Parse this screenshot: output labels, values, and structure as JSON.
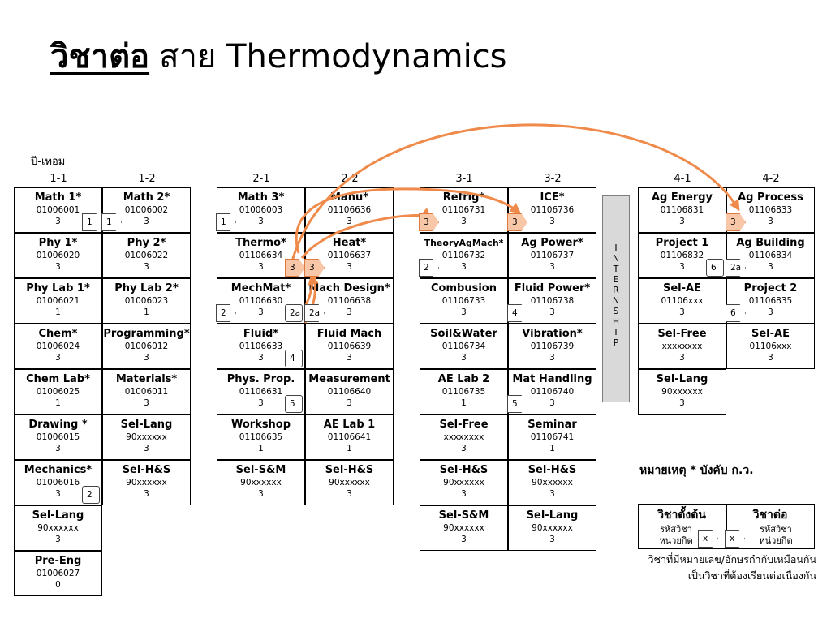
{
  "title": {
    "main": "วิชาต่อ",
    "sub": "สาย Thermodynamics"
  },
  "year_term_label": "ปี-เทอม",
  "semesters": [
    "1-1",
    "1-2",
    "2-1",
    "2-2",
    "3-1",
    "3-2",
    "4-1",
    "4-2"
  ],
  "columns": [
    [
      {
        "name": "Math 1*",
        "code": "01006001",
        "credit": "3"
      },
      {
        "name": "Phy 1*",
        "code": "01006020",
        "credit": "3"
      },
      {
        "name": "Phy Lab 1*",
        "code": "01006021",
        "credit": "1"
      },
      {
        "name": "Chem*",
        "code": "01006024",
        "credit": "3"
      },
      {
        "name": "Chem Lab*",
        "code": "01006025",
        "credit": "1"
      },
      {
        "name": "Drawing *",
        "code": "01006015",
        "credit": "3"
      },
      {
        "name": "Mechanics*",
        "code": "01006016",
        "credit": "3"
      },
      {
        "name": "Sel-Lang",
        "code": "90xxxxxx",
        "credit": "3"
      },
      {
        "name": "Pre-Eng",
        "code": "01006027",
        "credit": "0"
      }
    ],
    [
      {
        "name": "Math 2*",
        "code": "01006002",
        "credit": "3"
      },
      {
        "name": "Phy 2*",
        "code": "01006022",
        "credit": "3"
      },
      {
        "name": "Phy Lab 2*",
        "code": "01006023",
        "credit": "1"
      },
      {
        "name": "Programming*",
        "code": "01006012",
        "credit": "3"
      },
      {
        "name": "Materials*",
        "code": "01006011",
        "credit": "3"
      },
      {
        "name": "Sel-Lang",
        "code": "90xxxxxx",
        "credit": "3"
      },
      {
        "name": "Sel-H&S",
        "code": "90xxxxxx",
        "credit": "3"
      }
    ],
    [
      {
        "name": "Math 3*",
        "code": "01006003",
        "credit": "3"
      },
      {
        "name": "Thermo*",
        "code": "01106634",
        "credit": "3"
      },
      {
        "name": "MechMat*",
        "code": "01106630",
        "credit": "3"
      },
      {
        "name": "Fluid*",
        "code": "01106633",
        "credit": "3"
      },
      {
        "name": "Phys. Prop.",
        "code": "01106631",
        "credit": "3"
      },
      {
        "name": "Workshop",
        "code": "01106635",
        "credit": "1"
      },
      {
        "name": "Sel-S&M",
        "code": "90xxxxxx",
        "credit": "3"
      }
    ],
    [
      {
        "name": "Manu*",
        "code": "01106636",
        "credit": "3"
      },
      {
        "name": "Heat*",
        "code": "01106637",
        "credit": "3"
      },
      {
        "name": "Mach Design*",
        "code": "01106638",
        "credit": "3"
      },
      {
        "name": "Fluid Mach",
        "code": "01106639",
        "credit": "3"
      },
      {
        "name": "Measurement",
        "code": "01106640",
        "credit": "3"
      },
      {
        "name": "AE Lab 1",
        "code": "01106641",
        "credit": "1"
      },
      {
        "name": "Sel-H&S",
        "code": "90xxxxxx",
        "credit": "3"
      }
    ],
    [
      {
        "name": "Refrig*",
        "code": "01106731",
        "credit": "3"
      },
      {
        "name": "TheoryAgMach*",
        "code": "01106732",
        "credit": "3"
      },
      {
        "name": "Combusion",
        "code": "01106733",
        "credit": "3"
      },
      {
        "name": "Soil&Water",
        "code": "01106734",
        "credit": "3"
      },
      {
        "name": "AE Lab 2",
        "code": "01106735",
        "credit": "1"
      },
      {
        "name": "Sel-Free",
        "code": "xxxxxxxx",
        "credit": "3"
      },
      {
        "name": "Sel-H&S",
        "code": "90xxxxxx",
        "credit": "3"
      },
      {
        "name": "Sel-S&M",
        "code": "90xxxxxx",
        "credit": "3"
      }
    ],
    [
      {
        "name": "ICE*",
        "code": "01106736",
        "credit": "3"
      },
      {
        "name": "Ag Power*",
        "code": "01106737",
        "credit": "3"
      },
      {
        "name": "Fluid Power*",
        "code": "01106738",
        "credit": "3"
      },
      {
        "name": "Vibration*",
        "code": "01106739",
        "credit": "3"
      },
      {
        "name": "Mat Handling",
        "code": "01106740",
        "credit": "3"
      },
      {
        "name": "Seminar",
        "code": "01106741",
        "credit": "1"
      },
      {
        "name": "Sel-H&S",
        "code": "90xxxxxx",
        "credit": "3"
      },
      {
        "name": "Sel-Lang",
        "code": "90xxxxxx",
        "credit": "3"
      }
    ],
    [
      {
        "name": "Ag Energy",
        "code": "01106831",
        "credit": "3"
      },
      {
        "name": "Project 1",
        "code": "01106832",
        "credit": "3"
      },
      {
        "name": "Sel-AE",
        "code": "01106xxx",
        "credit": "3"
      },
      {
        "name": "Sel-Free",
        "code": "xxxxxxxx",
        "credit": "3"
      },
      {
        "name": "Sel-Lang",
        "code": "90xxxxxx",
        "credit": "3"
      }
    ],
    [
      {
        "name": "Ag Process",
        "code": "01106833",
        "credit": "3"
      },
      {
        "name": "Ag Building",
        "code": "01106834",
        "credit": "3"
      },
      {
        "name": "Project 2",
        "code": "01106835",
        "credit": "3"
      },
      {
        "name": "Sel-AE",
        "code": "01106xxx",
        "credit": "3"
      }
    ]
  ],
  "tags": [
    {
      "label": "1",
      "col": 0,
      "row": 0,
      "side": "right",
      "shape": "pent",
      "hl": false
    },
    {
      "label": "1",
      "col": 1,
      "row": 0,
      "side": "left",
      "shape": "pent",
      "hl": false
    },
    {
      "label": "2",
      "col": 0,
      "row": 6,
      "side": "right",
      "shape": "box",
      "hl": false
    },
    {
      "label": "1",
      "col": 2,
      "row": 0,
      "side": "left",
      "shape": "pent",
      "hl": false
    },
    {
      "label": "3",
      "col": 2,
      "row": 1,
      "side": "right",
      "shape": "pent",
      "hl": true
    },
    {
      "label": "3",
      "col": 3,
      "row": 1,
      "side": "left",
      "shape": "pent",
      "hl": true
    },
    {
      "label": "2",
      "col": 2,
      "row": 2,
      "side": "left",
      "shape": "pent",
      "hl": false
    },
    {
      "label": "2a",
      "col": 2,
      "row": 2,
      "side": "right",
      "shape": "box",
      "hl": false
    },
    {
      "label": "2a",
      "col": 3,
      "row": 2,
      "side": "left",
      "shape": "pent",
      "hl": false
    },
    {
      "label": "4",
      "col": 2,
      "row": 3,
      "side": "right",
      "shape": "box",
      "hl": false
    },
    {
      "label": "5",
      "col": 2,
      "row": 4,
      "side": "right",
      "shape": "box",
      "hl": false
    },
    {
      "label": "3",
      "col": 4,
      "row": 0,
      "side": "left",
      "shape": "pent",
      "hl": true
    },
    {
      "label": "3",
      "col": 5,
      "row": 0,
      "side": "left",
      "shape": "pent",
      "hl": true
    },
    {
      "label": "2",
      "col": 4,
      "row": 1,
      "side": "left",
      "shape": "pent",
      "hl": false
    },
    {
      "label": "4",
      "col": 5,
      "row": 2,
      "side": "left",
      "shape": "pent",
      "hl": false
    },
    {
      "label": "5",
      "col": 5,
      "row": 4,
      "side": "left",
      "shape": "pent",
      "hl": false
    },
    {
      "label": "3",
      "col": 7,
      "row": 0,
      "side": "left",
      "shape": "pent",
      "hl": true
    },
    {
      "label": "6",
      "col": 6,
      "row": 1,
      "side": "right",
      "shape": "box",
      "hl": false
    },
    {
      "label": "2a",
      "col": 7,
      "row": 1,
      "side": "left",
      "shape": "pent",
      "hl": false
    },
    {
      "label": "6",
      "col": 7,
      "row": 2,
      "side": "left",
      "shape": "pent",
      "hl": false
    }
  ],
  "internship_label": "INTERNSHIP",
  "note": "หมายเหตุ * บังคับ ก.ว.",
  "legend": {
    "prereq_title": "วิชาตั้งต้น",
    "next_title": "วิชาต่อ",
    "code_label": "รหัสวิชา",
    "credit_label": "หน่วยกิต",
    "tag_x": "x",
    "line1": "วิชาที่มีหมายเลข/อักษรกำกับเหมือนกัน",
    "line2": "เป็นวิชาที่ต้องเรียนต่อเนื่องกัน"
  },
  "colors": {
    "arrow": "#ef8a4a",
    "highlight": "#f8c7a8",
    "internship": "#d9d9d9"
  }
}
